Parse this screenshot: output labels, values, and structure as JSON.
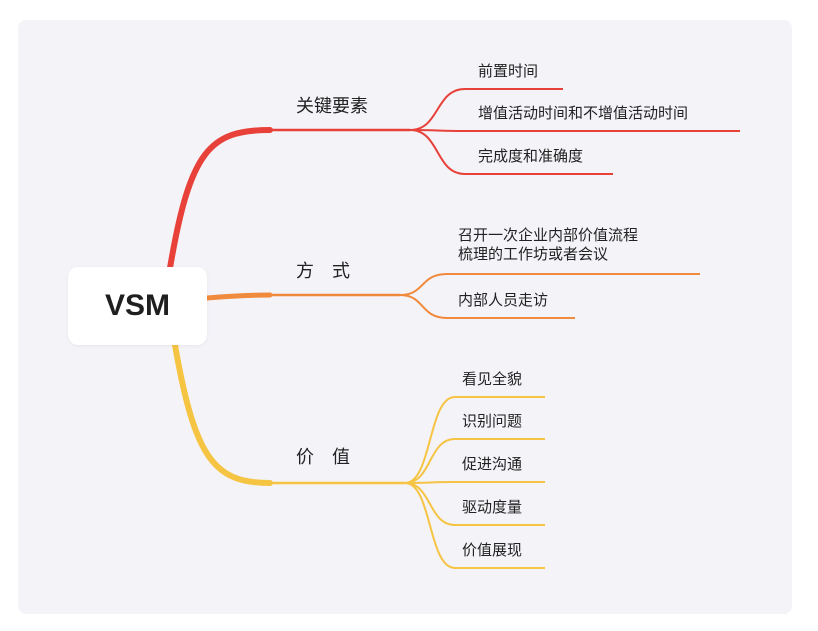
{
  "mindmap": {
    "root": "VSM",
    "colors": {
      "red": "#e8413a",
      "orange": "#f08a3c",
      "yellow": "#f6c443",
      "background": "#f4f3f8",
      "node": "#ffffff"
    },
    "branches": [
      {
        "label": "关键要素",
        "color": "red",
        "children": [
          "前置时间",
          "增值活动时间和不增值活动时间",
          "完成度和准确度"
        ]
      },
      {
        "label": "方　式",
        "color": "orange",
        "children": [
          {
            "line1": "召开一次企业内部价值流程",
            "line2": "梳理的工作坊或者会议"
          },
          "内部人员走访"
        ]
      },
      {
        "label": "价　值",
        "color": "yellow",
        "children": [
          "看见全貌",
          "识别问题",
          "促进沟通",
          "驱动度量",
          "价值展现"
        ]
      }
    ]
  }
}
